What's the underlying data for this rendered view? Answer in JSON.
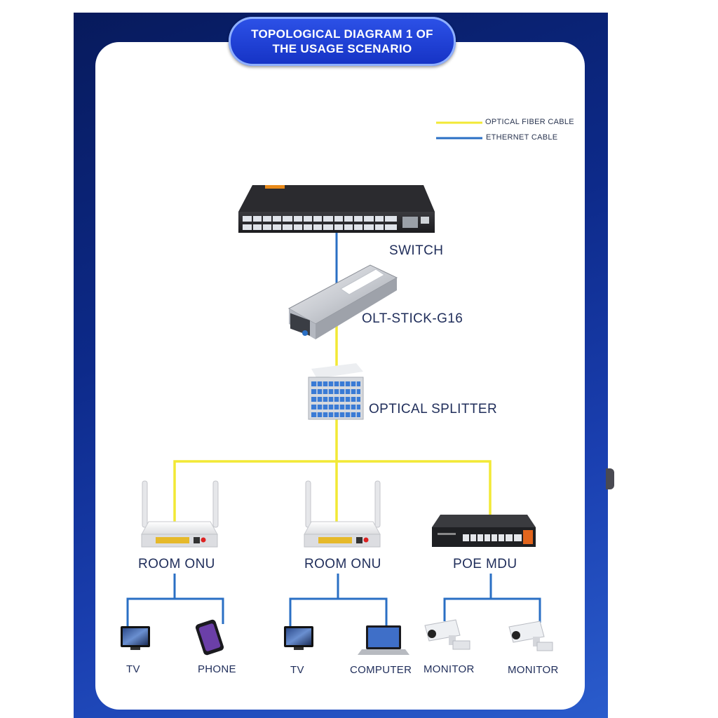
{
  "header": {
    "title": "TOPOLOGICAL DIAGRAM 1 OF THE USAGE SCENARIO"
  },
  "legend": [
    {
      "label": "OPTICAL FIBER CABLE",
      "color": "#f2e935"
    },
    {
      "label": "ETHERNET CABLE",
      "color": "#2a6fc4"
    }
  ],
  "nodes": {
    "switch": "SWITCH",
    "olt": "OLT-STICK-G16",
    "splitter": "OPTICAL SPLITTER",
    "onu1": "ROOM ONU",
    "onu2": "ROOM ONU",
    "mdu": "POE MDU"
  },
  "devices": {
    "tv1": "TV",
    "phone": "PHONE",
    "tv2": "TV",
    "computer": "COMPUTER",
    "monitor1": "MONITOR",
    "monitor2": "MONITOR"
  },
  "colors": {
    "fiber": "#f2e935",
    "ethernet": "#2a6fc4",
    "frame": "#0d2a8a"
  },
  "icons": [
    "switch-icon",
    "sfp-module-icon",
    "splitter-icon",
    "router-icon",
    "poe-switch-icon",
    "tv-icon",
    "phone-icon",
    "laptop-icon",
    "cctv-camera-icon"
  ]
}
